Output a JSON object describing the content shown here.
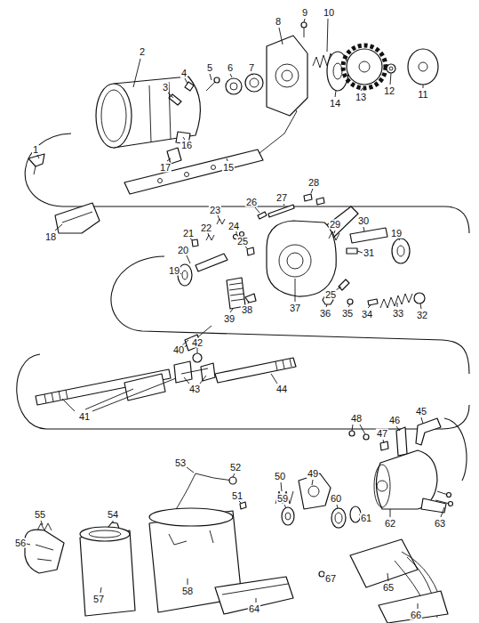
{
  "diagram": {
    "labels": [
      "1",
      "2",
      "3",
      "4",
      "5",
      "6",
      "7",
      "8",
      "9",
      "10",
      "11",
      "12",
      "13",
      "14",
      "15",
      "16",
      "17",
      "18",
      "19",
      "20",
      "21",
      "22",
      "23",
      "24",
      "25",
      "26",
      "27",
      "28",
      "29",
      "30",
      "31",
      "32",
      "33",
      "34",
      "35",
      "36",
      "37",
      "38",
      "39",
      "19",
      "40",
      "25",
      "41",
      "42",
      "43",
      "44",
      "45",
      "46",
      "47",
      "48",
      "49",
      "50",
      "51",
      "52",
      "53",
      "54",
      "55",
      "56",
      "57",
      "58",
      "59",
      "60",
      "61",
      "62",
      "63",
      "64",
      "65",
      "66",
      "67"
    ]
  }
}
